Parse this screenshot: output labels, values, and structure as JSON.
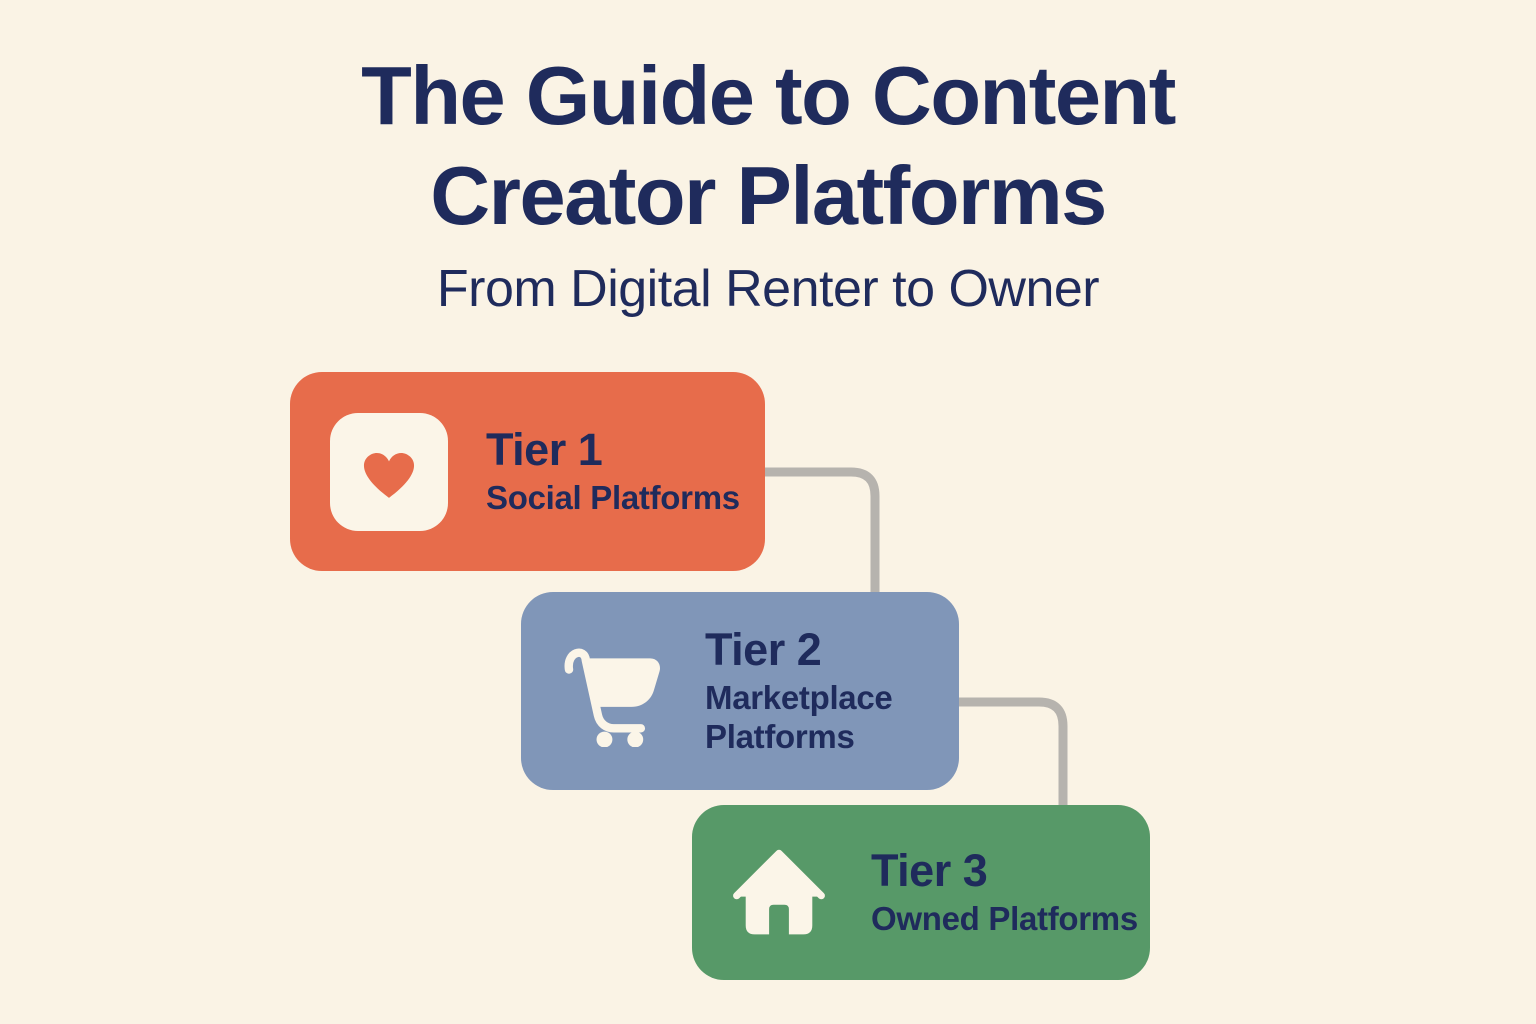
{
  "page": {
    "background": "#FAF3E5",
    "text_navy": "#1F2B5C",
    "icon_cream": "#FBF5E8"
  },
  "header": {
    "title_line1": "The Guide to Content",
    "title_line2": "Creator Platforms",
    "subtitle": "From Digital Renter to Owner"
  },
  "tiers": [
    {
      "label": "Tier 1",
      "sublabel": "Social Platforms",
      "color": "#E76C4B",
      "icon": "heart-icon"
    },
    {
      "label": "Tier 2",
      "sublabel": "Marketplace Platforms",
      "color": "#8096B8",
      "icon": "cart-icon"
    },
    {
      "label": "Tier 3",
      "sublabel": "Owned Platforms",
      "color": "#579968",
      "icon": "house-icon"
    }
  ],
  "connectors": {
    "color": "#B6B3AE"
  }
}
